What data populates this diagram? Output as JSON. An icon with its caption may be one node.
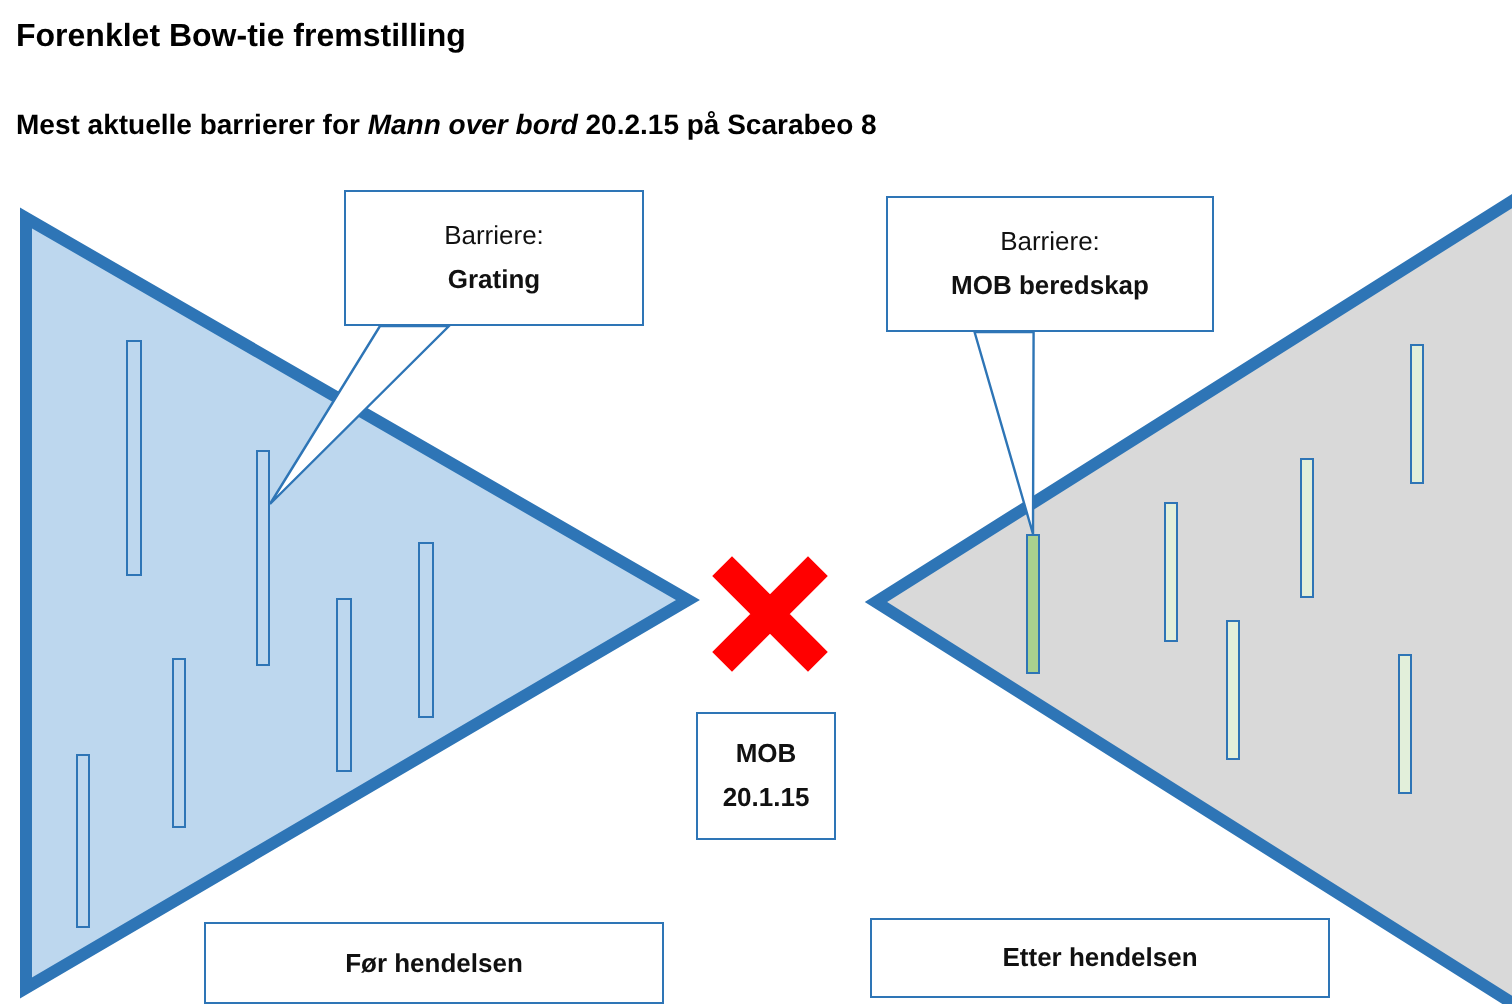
{
  "diagram": {
    "title": "Forenklet Bow-tie fremstilling",
    "nodes": [
      {
        "text": [
          "Barriere:",
          "Grating"
        ]
      },
      {
        "text": [
          "Barriere:",
          "MOB beredskap"
        ]
      },
      {
        "text": [],
        "shape": "bar"
      },
      {
        "text": [],
        "shape": "bar"
      },
      {
        "text": [
          "MOB 20.1.15"
        ]
      },
      {
        "text": [
          "Før hendelsen"
        ]
      },
      {
        "text": [
          "Etter hendelsen"
        ]
      }
    ],
    "edges": [
      {
        "from": 0,
        "to": 2,
        "arrow": "none"
      },
      {
        "from": 1,
        "to": 3,
        "arrow": "none"
      }
    ],
    "labels": [
      "Mest aktuelle barrierer for *Mann over bord* 20.2.15 på Scarabeo 8"
    ]
  }
}
